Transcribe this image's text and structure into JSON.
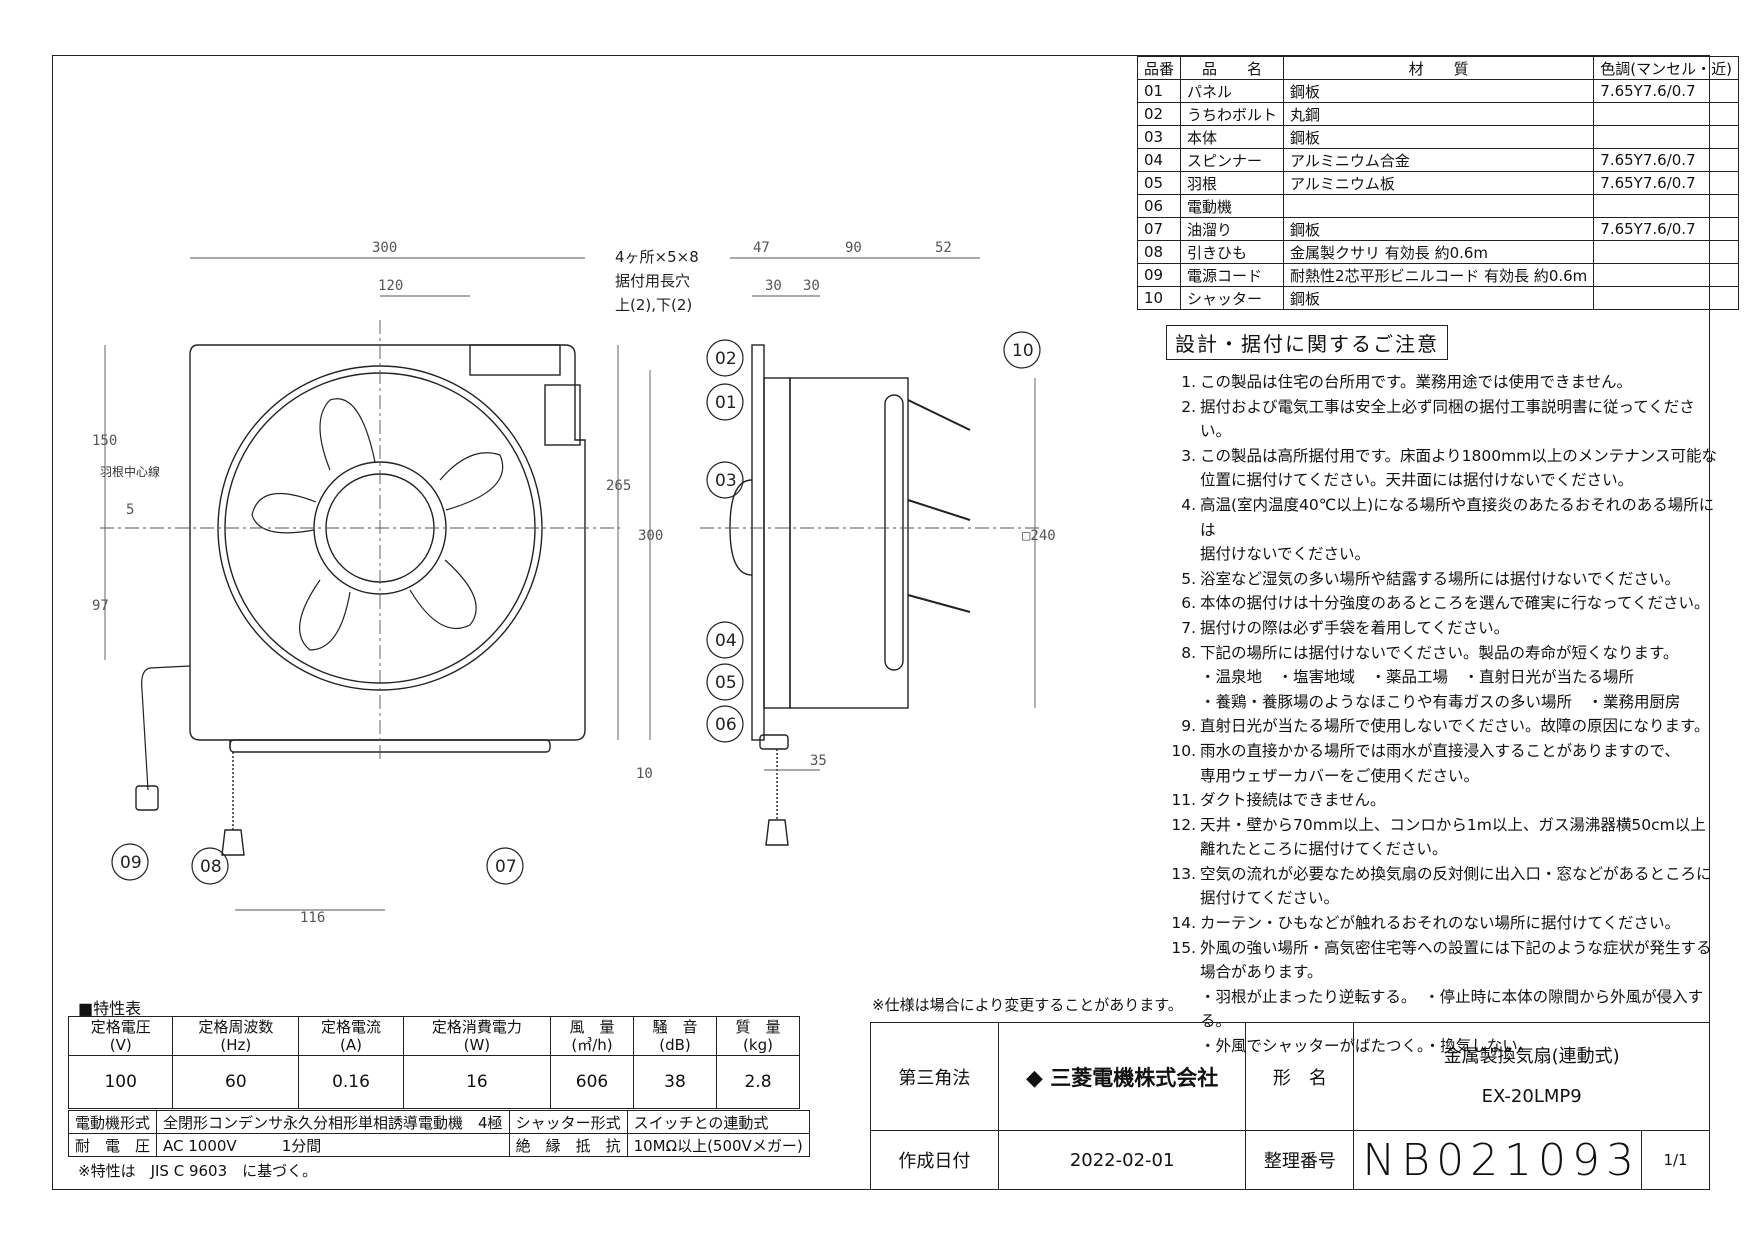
{
  "parts_table": {
    "headers": [
      "品番",
      "品　　名",
      "材　　質",
      "色調(マンセル・近)"
    ],
    "rows": [
      [
        "01",
        "パネル",
        "鋼板",
        "7.65Y7.6/0.7"
      ],
      [
        "02",
        "うちわボルト",
        "丸鋼",
        ""
      ],
      [
        "03",
        "本体",
        "鋼板",
        ""
      ],
      [
        "04",
        "スピンナー",
        "アルミニウム合金",
        "7.65Y7.6/0.7"
      ],
      [
        "05",
        "羽根",
        "アルミニウム板",
        "7.65Y7.6/0.7"
      ],
      [
        "06",
        "電動機",
        "",
        ""
      ],
      [
        "07",
        "油溜り",
        "鋼板",
        "7.65Y7.6/0.7"
      ],
      [
        "08",
        "引きひも",
        "金属製クサリ 有効長 約0.6m",
        ""
      ],
      [
        "09",
        "電源コード",
        "耐熱性2芯平形ビニルコード 有効長 約0.6m",
        ""
      ],
      [
        "10",
        "シャッター",
        "鋼板",
        ""
      ]
    ]
  },
  "notes": {
    "title": "設計・据付に関するご注意",
    "items": [
      {
        "num": "1.",
        "lines": [
          "この製品は住宅の台所用です。業務用途では使用できません。"
        ]
      },
      {
        "num": "2.",
        "lines": [
          "据付および電気工事は安全上必ず同梱の据付工事説明書に従ってください。"
        ]
      },
      {
        "num": "3.",
        "lines": [
          "この製品は高所据付用です。床面より1800mm以上のメンテナンス可能な",
          "位置に据付けてください。天井面には据付けないでください。"
        ]
      },
      {
        "num": "4.",
        "lines": [
          "高温(室内温度40℃以上)になる場所や直接炎のあたるおそれのある場所には",
          "据付けないでください。"
        ]
      },
      {
        "num": "5.",
        "lines": [
          "浴室など湿気の多い場所や結露する場所には据付けないでください。"
        ]
      },
      {
        "num": "6.",
        "lines": [
          "本体の据付けは十分強度のあるところを選んで確実に行なってください。"
        ]
      },
      {
        "num": "7.",
        "lines": [
          "据付けの際は必ず手袋を着用してください。"
        ]
      },
      {
        "num": "8.",
        "lines": [
          "下記の場所には据付けないでください。製品の寿命が短くなります。",
          "・温泉地　・塩害地域　・薬品工場　・直射日光が当たる場所",
          "・養鶏・養豚場のようなほこりや有毒ガスの多い場所　・業務用厨房"
        ]
      },
      {
        "num": "9.",
        "lines": [
          "直射日光が当たる場所で使用しないでください。故障の原因になります。"
        ]
      },
      {
        "num": "10.",
        "lines": [
          "雨水の直接かかる場所では雨水が直接浸入することがありますので、",
          "専用ウェザーカバーをご使用ください。"
        ]
      },
      {
        "num": "11.",
        "lines": [
          "ダクト接続はできません。"
        ]
      },
      {
        "num": "12.",
        "lines": [
          "天井・壁から70mm以上、コンロから1m以上、ガス湯沸器横50cm以上",
          "離れたところに据付けてください。"
        ]
      },
      {
        "num": "13.",
        "lines": [
          "空気の流れが必要なため換気扇の反対側に出入口・窓などがあるところに",
          "据付けてください。"
        ]
      },
      {
        "num": "14.",
        "lines": [
          "カーテン・ひもなどが触れるおそれのない場所に据付けてください。"
        ]
      },
      {
        "num": "15.",
        "lines": [
          "外風の強い場所・高気密住宅等への設置には下記のような症状が発生する",
          "場合があります。",
          "・羽根が止まったり逆転する。　・停止時に本体の隙間から外風が侵入する。",
          "・外風でシャッターがばたつく。・換気しない。"
        ]
      }
    ]
  },
  "spec_table": {
    "heading": "■特性表",
    "headers": [
      "定格電圧\n(V)",
      "定格周波数\n(Hz)",
      "定格電流\n(A)",
      "定格消費電力\n(W)",
      "風　量\n(㎥/h)",
      "騒　音\n(dB)",
      "質　量\n(kg)"
    ],
    "values": [
      "100",
      "60",
      "0.16",
      "16",
      "606",
      "38",
      "2.8"
    ],
    "motor_type_label": "電動機形式",
    "motor_type": "全閉形コンデンサ永久分相形単相誘導電動機　4極",
    "shutter_type_label": "シャッター形式",
    "shutter_type": "スイッチとの連動式",
    "withstand_label": "耐　電　圧",
    "withstand": "AC 1000V　　　1分間",
    "insulation_label": "絶　縁　抵　抗",
    "insulation": "10MΩ以上(500Vメガー)",
    "footnote": "※特性は　JIS C 9603　に基づく。"
  },
  "change_note": "※仕様は場合により変更することがあります。",
  "title_block": {
    "projection": "第三角法",
    "company": "三菱電機株式会社",
    "model_label": "形　名",
    "product_name": "金属製換気扇(連動式)",
    "model": "EX-20LMP9",
    "date_label": "作成日付",
    "date": "2022-02-01",
    "doc_no_label": "整理番号",
    "doc_no": "NB021093",
    "sheet": "1/1"
  },
  "drawing": {
    "front_dims": {
      "width": "300",
      "offset": "120",
      "upper": "150",
      "lower": "97",
      "center_off": "5",
      "height_inner": "265",
      "height": "300",
      "bottom": "10",
      "cord": "116"
    },
    "side_dims": {
      "d1": "47",
      "d2": "90",
      "d3": "52",
      "d4": "30",
      "d5": "30",
      "d6": "35",
      "sq": "□240"
    },
    "hole_note": [
      "4ヶ所×5×8",
      "据付用長穴",
      "上(2),下(2)"
    ],
    "blade_center": "羽根中心線",
    "callouts": [
      "01",
      "02",
      "03",
      "04",
      "05",
      "06",
      "07",
      "08",
      "09",
      "10"
    ]
  }
}
